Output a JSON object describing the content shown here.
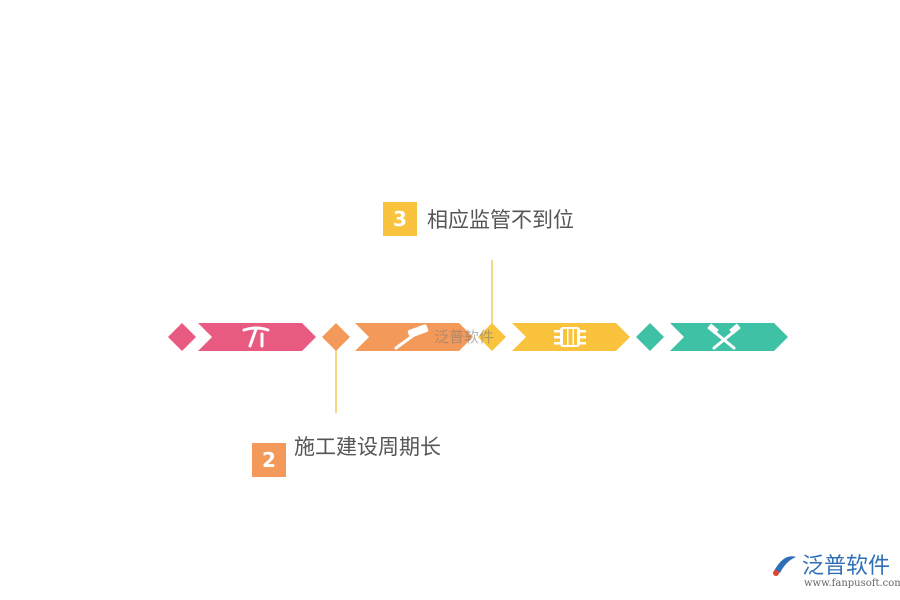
{
  "diagram": {
    "steps": [
      {
        "color": "#e85a80",
        "icon": "pickaxe-icon"
      },
      {
        "color": "#f39a5b",
        "icon": "hammer-icon"
      },
      {
        "color": "#f9c33d",
        "icon": "traffic-light-icon"
      },
      {
        "color": "#3fc1a5",
        "icon": "crossed-hammers-icon"
      }
    ],
    "callouts": [
      {
        "number": "3",
        "text": "相应监管不到位",
        "color": "#f9c33d",
        "line_color": "#f2c955"
      },
      {
        "number": "2",
        "text": "施工建设周期长",
        "color": "#f39a5b",
        "line_color": "#f2c955"
      }
    ]
  },
  "watermark": {
    "brand": "泛普软件",
    "url": "www.fanpusoft.com",
    "center_text": "泛普软件"
  }
}
